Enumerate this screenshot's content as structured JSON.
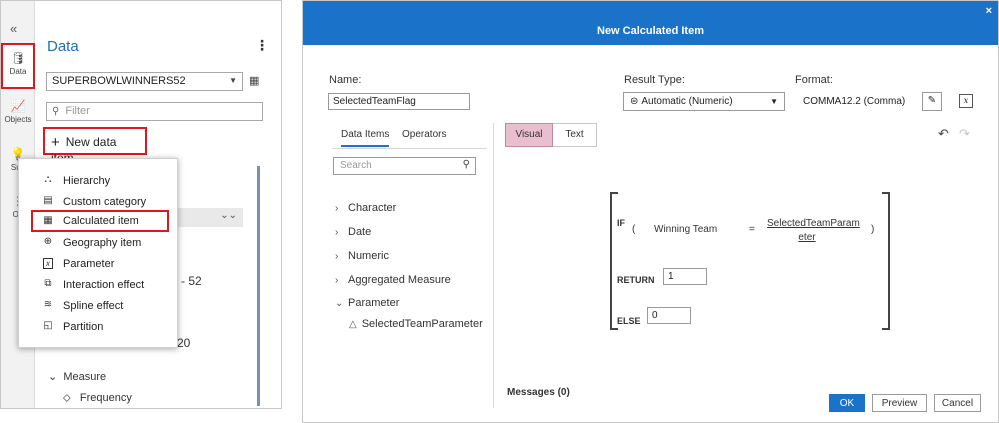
{
  "left_panel": {
    "collapse_glyph": "«",
    "rail": [
      {
        "label": "Data",
        "icon": "database-icon",
        "glyph": "🛢"
      },
      {
        "label": "Objects",
        "icon": "chart-icon",
        "glyph": "📈"
      },
      {
        "label": "Sug",
        "icon": "lightbulb-icon",
        "glyph": "💡"
      },
      {
        "label": "Ou",
        "icon": "outline-icon",
        "glyph": "⋮"
      }
    ],
    "title": "Data",
    "kebab": "⋮",
    "datasource": "SUPERBOWLWINNERS52",
    "filter_placeholder": "Filter",
    "new_item_label": "New data item",
    "menu_items": [
      {
        "label": "Hierarchy",
        "glyph": "⛬"
      },
      {
        "label": "Custom category",
        "glyph": "▤"
      },
      {
        "label": "Calculated item",
        "glyph": "▦"
      },
      {
        "label": "Geography item",
        "glyph": "⊕"
      },
      {
        "label": "Parameter",
        "glyph": "x"
      },
      {
        "label": "Interaction effect",
        "glyph": "⧉"
      },
      {
        "label": "Spline effect",
        "glyph": "≋"
      },
      {
        "label": "Partition",
        "glyph": "◱"
      }
    ],
    "behind_text_1": "- 52",
    "behind_text_2": "20",
    "measure_label": "Measure",
    "frequency_label": "Frequency"
  },
  "dialog": {
    "title": "New Calculated Item",
    "close": "×",
    "name_label": "Name:",
    "name_value": "SelectedTeamFlag",
    "result_type_label": "Result Type:",
    "result_type_value": "Automatic (Numeric)",
    "format_label": "Format:",
    "format_value": "COMMA12.2 (Comma)",
    "tabs": [
      "Data Items",
      "Operators"
    ],
    "search_placeholder": "Search",
    "tree": [
      "Character",
      "Date",
      "Numeric",
      "Aggregated Measure",
      "Parameter"
    ],
    "tree_child": "SelectedTeamParameter",
    "view_tabs": [
      "Visual",
      "Text"
    ],
    "expression": {
      "if_kw": "IF",
      "open_paren": "(",
      "left_operand": "Winning Team",
      "operator": "=",
      "right_operand_1": "SelectedTeamParam",
      "right_operand_2": "eter",
      "close_paren": ")",
      "return_kw": "RETURN",
      "return_value": "1",
      "else_kw": "ELSE",
      "else_value": "0"
    },
    "messages_label": "Messages (0)",
    "buttons": {
      "ok": "OK",
      "preview": "Preview",
      "cancel": "Cancel"
    }
  },
  "colors": {
    "accent": "#1a73c9",
    "highlight": "#e0161c",
    "visual_tab": "#e9bfcf"
  }
}
